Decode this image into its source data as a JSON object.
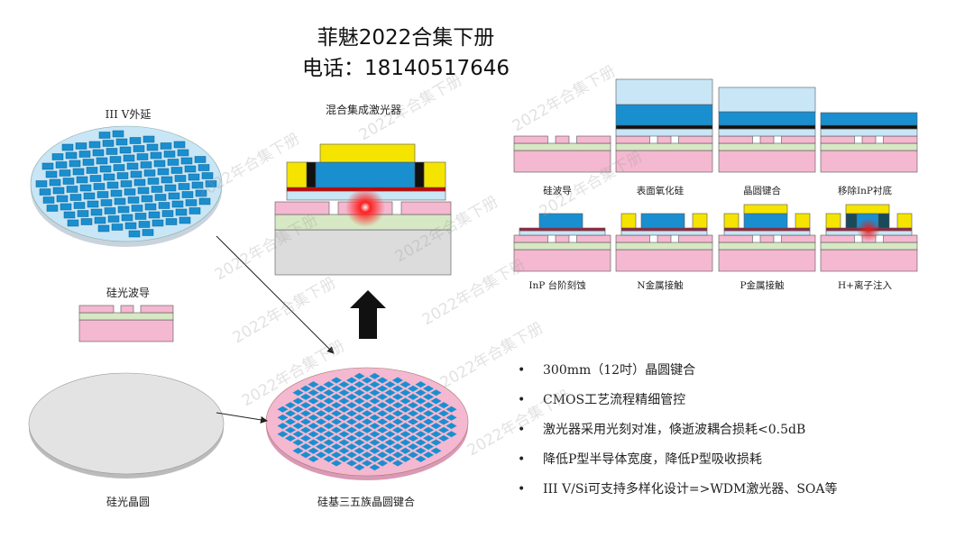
{
  "header": {
    "title": "菲魅2022合集下册",
    "phone": "电话：18140517646"
  },
  "captions": {
    "iii_v_epi": "III V外延",
    "hybrid_laser": "混合集成激光器",
    "si_waveguide": "硅光波导",
    "si_wafer": "硅光晶圆",
    "bonded_wafer": "硅基三五族晶圆键合"
  },
  "process_steps": [
    "硅波导",
    "表面氧化硅",
    "晶圆键合",
    "移除InP衬底",
    "InP 台阶刻蚀",
    "N金属接触",
    "P金属接触",
    "H+离子注入"
  ],
  "bullets": [
    "300mm（12吋）晶圆键合",
    "CMOS工艺流程精细管控",
    "激光器采用光刻对准，倏逝波耦合损耗<0.5dB",
    "降低P型半导体宽度，降低P型吸收损耗",
    "III V/Si可支持多样化设计=>WDM激光器、SOA等"
  ],
  "watermark": "2022年合集下册",
  "colors": {
    "pink": "#f4b8d0",
    "green": "#d6e8c4",
    "blue": "#1a8fd0",
    "yellow": "#f5e400",
    "lightblue": "#c8e6f5",
    "red": "#e02020"
  }
}
